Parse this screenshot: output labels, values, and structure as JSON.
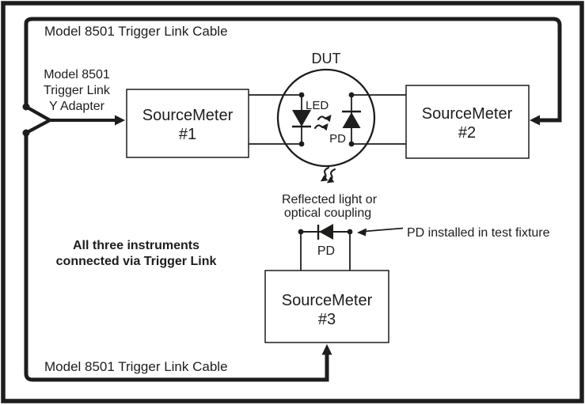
{
  "diagram": {
    "cable_labels": {
      "top": "Model 8501 Trigger Link Cable",
      "bottom": "Model 8501 Trigger Link Cable"
    },
    "y_adapter": {
      "line1": "Model 8501",
      "line2": "Trigger Link",
      "line3": "Y Adapter"
    },
    "dut": {
      "title": "DUT",
      "led": "LED",
      "pd": "PD"
    },
    "coupling": {
      "line1": "Reflected light or",
      "line2": "optical coupling"
    },
    "fixture": {
      "pd": "PD",
      "note": "PD installed in test fixture"
    },
    "footnote": {
      "line1": "All three instruments",
      "line2": "connected via Trigger Link"
    },
    "instruments": [
      {
        "name": "SourceMeter",
        "number": "#1"
      },
      {
        "name": "SourceMeter",
        "number": "#2"
      },
      {
        "name": "SourceMeter",
        "number": "#3"
      }
    ],
    "icons": {
      "light_emission": "double-wavy-arrow",
      "cable_arrowhead": "filled-triangle-arrow",
      "led_symbol": "diode-pointing-down",
      "pd_symbol": "diode-pointing-up",
      "fixture_pd_symbol": "diode-pointing-left",
      "junction": "filled-dot"
    },
    "colors": {
      "ink": "#1d1d1b",
      "paper": "#ffffff"
    }
  }
}
